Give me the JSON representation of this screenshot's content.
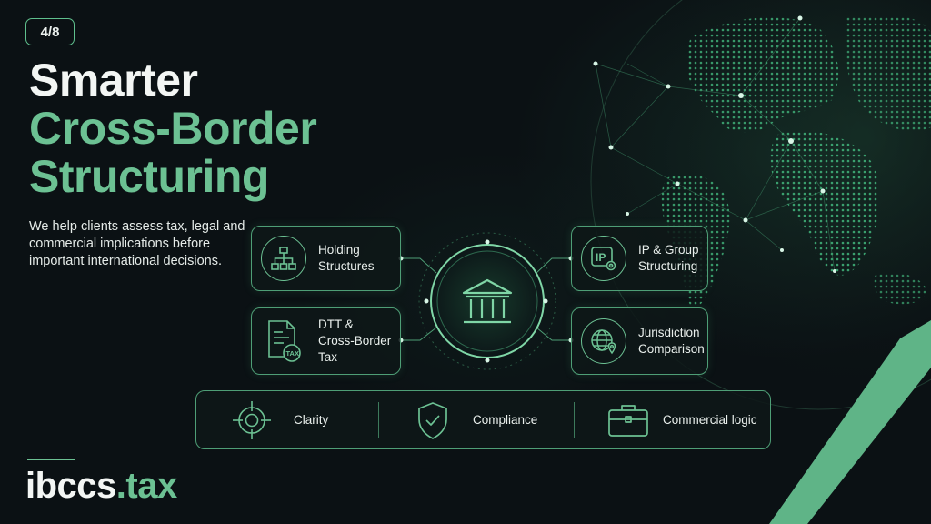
{
  "badge": "4/8",
  "title": {
    "line1": "Smarter",
    "line2": "Cross-Border",
    "line3": "Structuring"
  },
  "subtitle": "We help clients assess tax, legal and commercial implications before important international decisions.",
  "services": [
    {
      "label": "Holding\nStructures",
      "icon": "org-chart-icon"
    },
    {
      "label": "IP & Group\nStructuring",
      "icon": "ip-gear-icon"
    },
    {
      "label": "DTT &\nCross-Border\nTax",
      "icon": "tax-document-icon"
    },
    {
      "label": "Jurisdiction\nComparison",
      "icon": "globe-pin-icon"
    }
  ],
  "hub": {
    "icon": "bank-building-icon",
    "tax_tag": "TAX",
    "ip_tag": "IP"
  },
  "features": [
    {
      "label": "Clarity",
      "icon": "target-icon"
    },
    {
      "label": "Compliance",
      "icon": "shield-check-icon"
    },
    {
      "label": "Commercial logic",
      "icon": "briefcase-icon"
    }
  ],
  "logo": {
    "main": "ibccs",
    "suffix": ".tax"
  },
  "colors": {
    "accent": "#6cc193",
    "background": "#0b1114",
    "text": "#e9efec"
  }
}
